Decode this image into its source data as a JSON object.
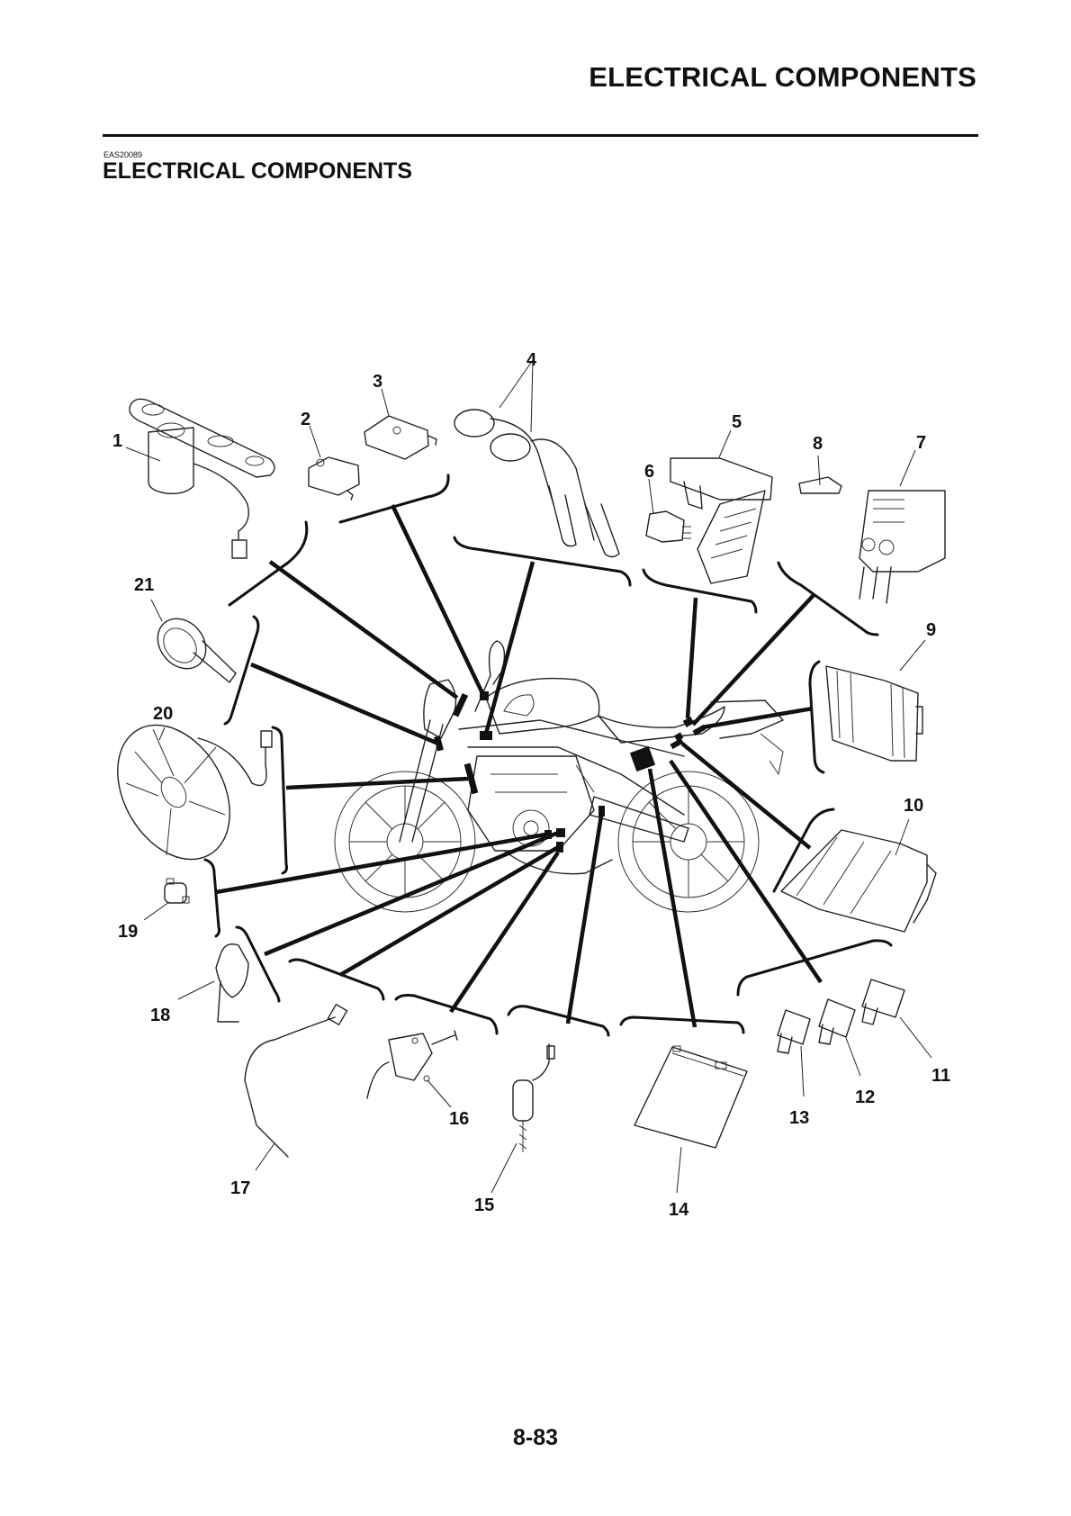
{
  "header": {
    "title": "ELECTRICAL COMPONENTS"
  },
  "section": {
    "code": "EAS20089",
    "title": "ELECTRICAL COMPONENTS"
  },
  "figure": {
    "callouts": [
      "1",
      "2",
      "3",
      "4",
      "5",
      "6",
      "7",
      "8",
      "9",
      "10",
      "11",
      "12",
      "13",
      "14",
      "15",
      "16",
      "17",
      "18",
      "19",
      "20",
      "21"
    ]
  },
  "footer": {
    "page_number": "8-83"
  }
}
